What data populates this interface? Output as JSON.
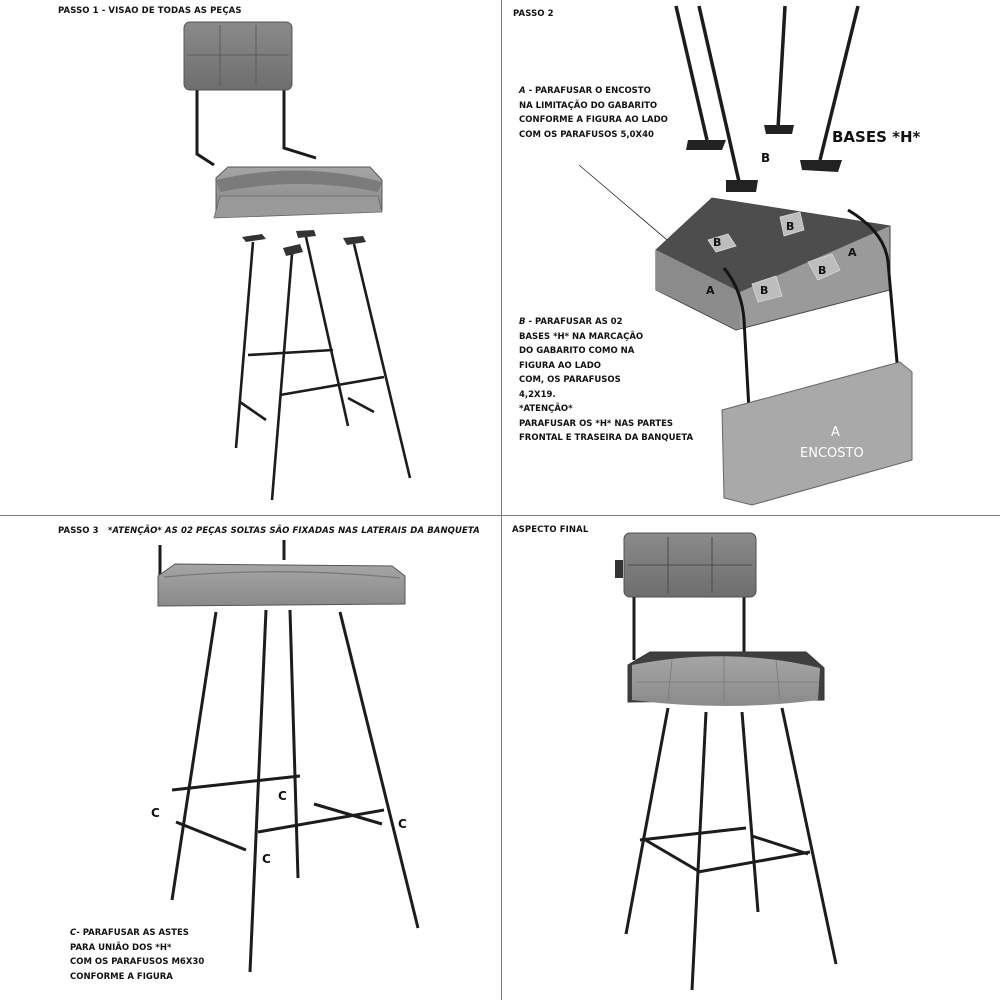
{
  "panels": {
    "step1": {
      "title": "PASSO 1 - VISAO DE TODAS AS PEÇAS"
    },
    "step2": {
      "title": "PASSO 2",
      "note_a": {
        "lead": "A",
        "lines": [
          "- PARAFUSAR O ENCOSTO",
          "NA LIMITAÇÃO DO GABARITO",
          "CONFORME A FIGURA AO LADO",
          "COM OS PARAFUSOS 5,0X40"
        ]
      },
      "note_b": {
        "lead": "B",
        "lines": [
          "- PARAFUSAR AS 02",
          "BASES *H* NA MARCAÇÃO",
          "DO GABARITO COMO NA",
          "FIGURA AO LADO",
          "COM, OS PARAFUSOS",
          "4,2X19."
        ],
        "warning": "*ATENÇÃO*",
        "warning_lines": [
          "PARAFUSAR OS *H* NAS PARTES",
          "FRONTAL  E TRASEIRA DA BANQUETA"
        ]
      },
      "labels": {
        "bases": "BASES *H*",
        "b": "B",
        "a": "A",
        "encosto": "ENCOSTO"
      }
    },
    "step3": {
      "title_lead": "PASSO 3",
      "title_warning": "*ATENÇÃO* AS 02 PEÇAS SOLTAS SÃO FIXADAS NAS LATERAIS DA BANQUETA",
      "note_c": {
        "lead": "C",
        "lines": [
          "- PARAFUSAR AS ASTES",
          "PARA UNIÃO DOS *H*",
          "COM OS PARAFUSOS M6X30",
          "CONFORME A FIGURA"
        ]
      },
      "labels": {
        "c": "C"
      }
    },
    "final": {
      "title": "ASPECTO FINAL"
    }
  }
}
